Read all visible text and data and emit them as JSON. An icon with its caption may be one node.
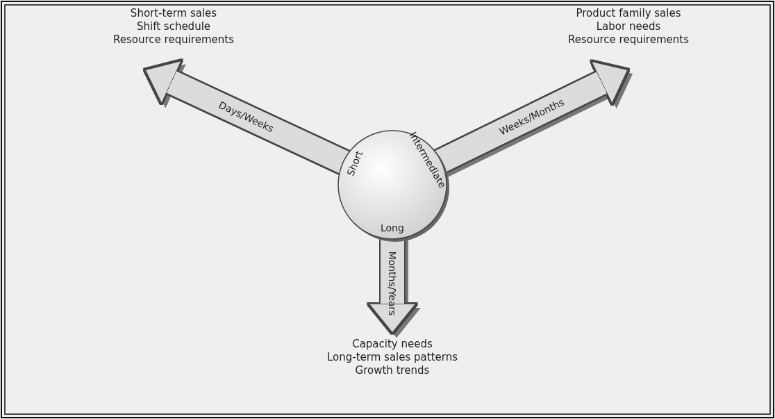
{
  "diagram": {
    "nodes": [
      {
        "text": [
          "Short",
          "Intermediate",
          "Long"
        ]
      },
      {
        "text": [
          "Short-term sales",
          "Shift schedule",
          "Resource requirements"
        ]
      },
      {
        "text": [
          "Product family sales",
          "Labor needs",
          "Resource requirements"
        ]
      },
      {
        "text": [
          "Capacity needs",
          "Long-term sales patterns",
          "Growth trends"
        ]
      }
    ],
    "edges": [
      {
        "from": 0,
        "to": 1,
        "arrow": "to",
        "label": "Days/Weeks"
      },
      {
        "from": 0,
        "to": 2,
        "arrow": "to",
        "label": "Weeks/Months"
      },
      {
        "from": 0,
        "to": 3,
        "arrow": "to",
        "label": "Months/Years"
      }
    ]
  }
}
